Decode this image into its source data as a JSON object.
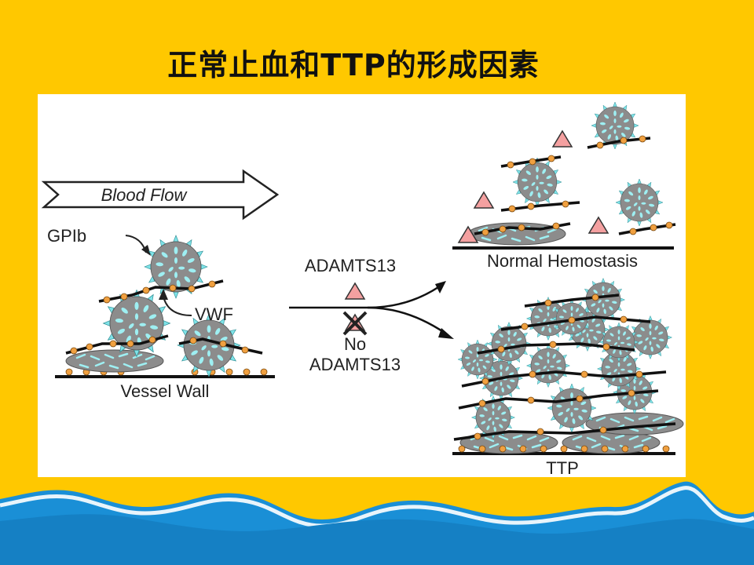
{
  "slide": {
    "title": "正常止血和TTP的形成因素"
  },
  "diagram": {
    "blood_flow": "Blood Flow",
    "gpib": "GPIb",
    "vwf": "VWF",
    "vessel_wall": "Vessel Wall",
    "adamts13": "ADAMTS13",
    "no_adamts13_line1": "No",
    "no_adamts13_line2": "ADAMTS13",
    "normal_hemostasis": "Normal Hemostasis",
    "ttp": "TTP"
  },
  "colors": {
    "background": "#FFC800",
    "wave_blue": "#1A8FD6",
    "wave_white": "#FFFFFF",
    "platelet_gray": "#8C8C8C",
    "platelet_spike": "#7FE3E8",
    "adamts13_triangle": "#F4A0A0",
    "vwf_bead": "#F0A040"
  }
}
